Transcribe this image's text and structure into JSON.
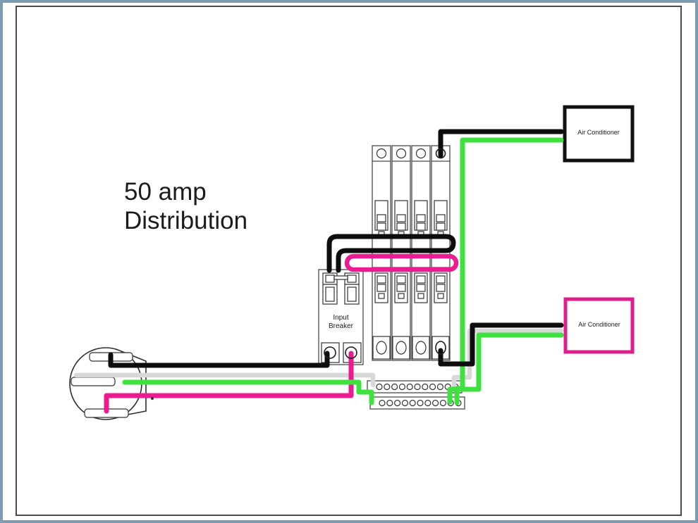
{
  "diagram": {
    "title": {
      "line1": "50 amp",
      "line2": "Distribution"
    },
    "input_breaker_label": {
      "line1": "Input",
      "line2": "Breaker"
    },
    "air_conditioner_top": {
      "label": "Air Conditioner"
    },
    "air_conditioner_bottom": {
      "label": "Air Conditioner"
    },
    "colors": {
      "hot_wire_black": "#0d0d0d",
      "neutral_wire_white": "#d8d8d8",
      "ground_wire_green": "#3ee13e",
      "second_hot_wire_pink": "#ed1a92",
      "ac_box_top_border": "#111111",
      "ac_box_bottom_border": "#e01d8c",
      "page_frame_blue": "#7b9cb3",
      "page_border": "#4a4a4a"
    }
  }
}
